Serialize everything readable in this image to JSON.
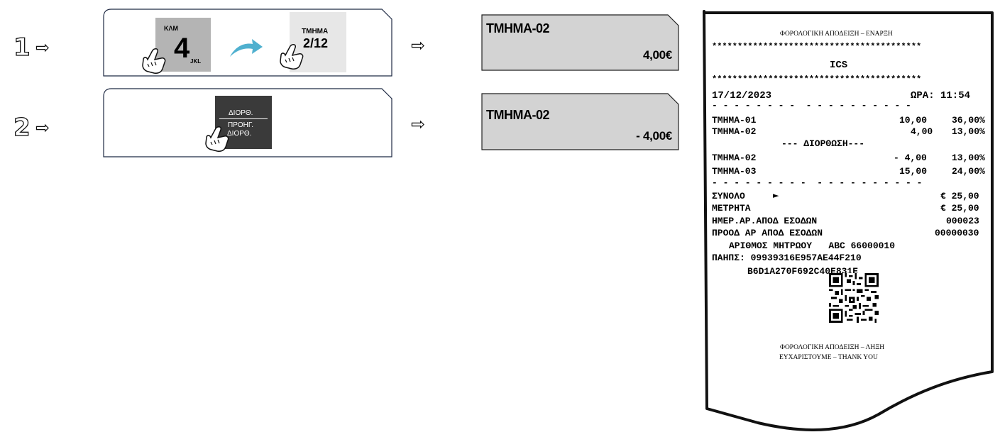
{
  "steps": {
    "step1": {
      "number": "1",
      "key1": {
        "top": "ΚΛΜ",
        "main": "4",
        "sub": "JKL"
      },
      "key2": {
        "line1": "ΤΜΗΜΑ",
        "line2": "2/12"
      },
      "display": {
        "title": "ΤΜΗΜΑ-02",
        "value": "4,00€"
      }
    },
    "step2": {
      "number": "2",
      "key": {
        "line1": "ΔΙΟΡΘ.",
        "line2": "ΠΡΟΗΓ.",
        "line3": "ΔΙΟΡΘ."
      },
      "display": {
        "title": "ΤΜΗΜΑ-02",
        "value": "- 4,00€"
      }
    }
  },
  "icons": {
    "arrow": "right-outline-arrow-icon",
    "hand": "pointing-hand-icon",
    "curve": "curved-arrow-icon",
    "qr": "qr-code-icon"
  },
  "colors": {
    "display_bg": "#d3d3d3",
    "key_gray": "#b4b4b4",
    "key_dark": "#3a3a3a",
    "curve_arrow": "#4fb0cf"
  },
  "receipt": {
    "header": "ΦΟΡΟΛΟΓΙΚΗ ΑΠΟΔΕΙΞΗ – ΕΝΑΡΞΗ",
    "stars1": "*****************************************",
    "company": "ICS",
    "stars2": "*****************************************",
    "date": "17/12/2023",
    "time": "ΩΡΑ: 11:54",
    "dashes1": "- - - - - - - -  - - - - - - - - - -",
    "rows": [
      {
        "label": "ΤΜΗΜΑ-01",
        "amount": "10,00",
        "vat": "36,00%"
      },
      {
        "label": "ΤΜΗΜΑ-02",
        "amount": "4,00",
        "vat": "13,00%"
      }
    ],
    "correction": "--- ΔΙΟΡΘΩΣΗ---",
    "rows2": [
      {
        "label": "ΤΜΗΜΑ-02",
        "amount": "- 4,00",
        "vat": "13,00%"
      },
      {
        "label": "ΤΜΗΜΑ-03",
        "amount": "15,00",
        "vat": "24,00%"
      }
    ],
    "dashes2": "- - - - - - - - -  - - - - - - - - - -",
    "total_label": "ΣΥΝΟΛΟ",
    "total_marker": "►",
    "total_value": "€ 25,00",
    "cash_label": "ΜΕΤΡΗΤΑ",
    "cash_value": "€ 25,00",
    "daily_label": "ΗΜΕΡ.ΑΡ.ΑΠΟΔ ΕΣΟΔΩΝ",
    "daily_value": "000023",
    "prog_label": "ΠΡΟΟΔ ΑΡ ΑΠΟΔ ΕΣΟΔΩΝ",
    "prog_value": "00000030",
    "register": "ΑΡΙΘΜΟΣ ΜΗΤΡΩΟΥ   ABC 66000010",
    "pahps1": "ΠΑΗΠΣ: 09939316E957AE44F210",
    "pahps2": "B6D1A270F692C40E831E",
    "footer1": "ΦΟΡΟΛΟΓΙΚΗ ΑΠΟΔΕΙΞΗ – ΛΗΞΗ",
    "footer2": "ΕΥΧΑΡΙΣΤΟΥΜΕ – THANK YOU"
  }
}
